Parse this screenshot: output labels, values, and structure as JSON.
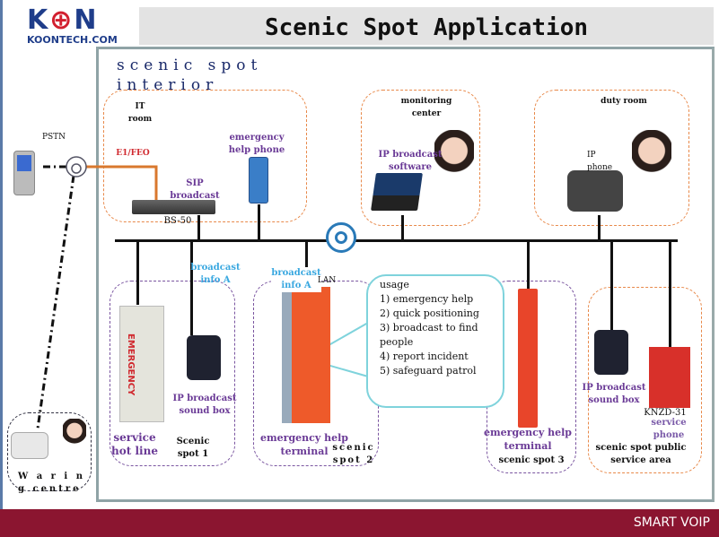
{
  "header": {
    "title": "Scenic Spot Application",
    "logo_text": "KOONTECH.COM"
  },
  "main": {
    "heading": "scenic spot interior"
  },
  "left": {
    "pstn": "PSTN",
    "waring_centre": "W a r i n g centre"
  },
  "it_room": {
    "title": "IT room",
    "e1": "E1/FEO",
    "sip": "SIP broadcast",
    "bs50": "BS-50",
    "help_phone": "emergency help phone"
  },
  "monitoring": {
    "title": "monitoring center",
    "software": "IP broadcast software"
  },
  "duty": {
    "title": "duty room",
    "ip_phone": "IP phone"
  },
  "spot1": {
    "info": "broadcast info A",
    "service": "service hot line",
    "sound_box": "IP broadcast sound box",
    "name": "Scenic spot 1"
  },
  "spot2": {
    "info": "broadcast info A",
    "lan": "LAN",
    "terminal": "emergency help terminal",
    "name": "scenic spot 2"
  },
  "usage": {
    "title": "usage",
    "items": [
      "1) emergency help",
      "2) quick positioning",
      "3) broadcast to find people",
      "4) report incident",
      "5) safeguard patrol"
    ]
  },
  "spot3": {
    "terminal": "emergency help terminal",
    "name": "scenic spot 3"
  },
  "public": {
    "sound_box": "IP broadcast sound box",
    "model": "KNZD-31",
    "service_phone": "service phone",
    "name": "scenic spot public service area"
  },
  "footer": {
    "brand": "SMART VOIP"
  },
  "colors": {
    "footer": "#8b1530",
    "orange": "#e8894a",
    "purple": "#6a3a96",
    "teal": "#7fd3dc"
  }
}
